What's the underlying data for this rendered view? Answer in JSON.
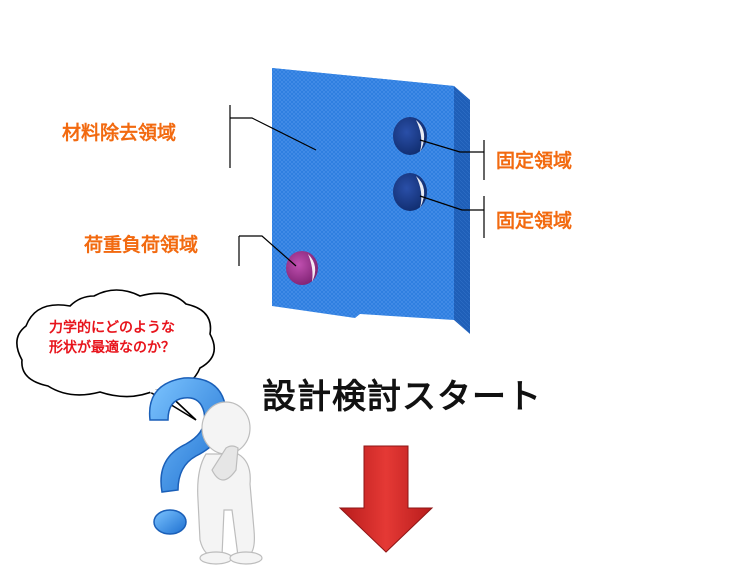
{
  "labels": {
    "material_removal": "材料除去領域",
    "fixed_1": "固定領域",
    "fixed_2": "固定領域",
    "load": "荷重負荷領域"
  },
  "bubble": {
    "line1": "力学的にどのような",
    "line2": "形状が最適なのか？"
  },
  "title": "設計検討スタート",
  "colors": {
    "plate": "#2f7fe0",
    "plate_side": "#1f5fb8",
    "label_orange": "#f26a10",
    "bubble_text": "#e8141c",
    "arrow": "#d32f2f",
    "question_mark": "#2f8fe8"
  }
}
